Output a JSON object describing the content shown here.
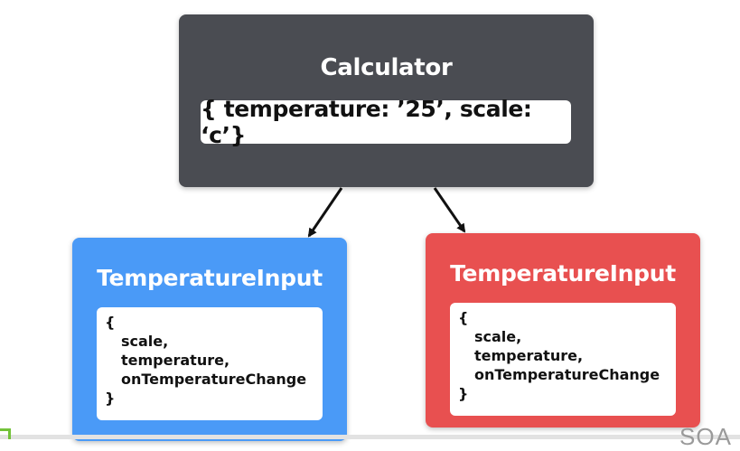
{
  "colors": {
    "calculator_bg": "#4a4c52",
    "left_input_bg": "#4a9af7",
    "right_input_bg": "#e85050",
    "card_bg": "#ffffff",
    "arrow": "#111111"
  },
  "calculator": {
    "title": "Calculator",
    "state": "{ temperature: ’25’, scale: ‘c’}"
  },
  "temperature_inputs": [
    {
      "title": "TemperatureInput",
      "props": [
        "{",
        "scale,",
        "temperature,",
        "onTemperatureChange",
        "}"
      ]
    },
    {
      "title": "TemperatureInput",
      "props": [
        "{",
        "scale,",
        "temperature,",
        "onTemperatureChange",
        "}"
      ]
    }
  ],
  "watermark": "SOA"
}
